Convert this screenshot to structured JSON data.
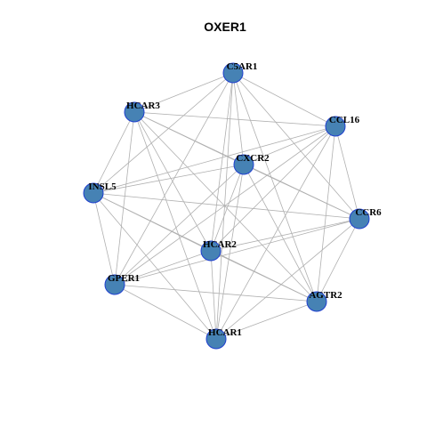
{
  "title": "OXER1",
  "colors": {
    "background": "#ffffff",
    "node_fill": "#4682b4",
    "node_stroke": "#1f3fcf",
    "edge": "#b0b0b0",
    "label": "#000000"
  },
  "nodes": [
    {
      "id": "C5AR1",
      "label": "C5AR1"
    },
    {
      "id": "HCAR3",
      "label": "HCAR3"
    },
    {
      "id": "CCL16",
      "label": "CCL16"
    },
    {
      "id": "CXCR2",
      "label": "CXCR2"
    },
    {
      "id": "INSL5",
      "label": "INSL5"
    },
    {
      "id": "CCR6",
      "label": "CCR6"
    },
    {
      "id": "HCAR2",
      "label": "HCAR2"
    },
    {
      "id": "GPER1",
      "label": "GPER1"
    },
    {
      "id": "AGTR2",
      "label": "AGTR2"
    },
    {
      "id": "HCAR1",
      "label": "HCAR1"
    }
  ],
  "edges": [
    [
      "C5AR1",
      "HCAR3"
    ],
    [
      "C5AR1",
      "CCL16"
    ],
    [
      "C5AR1",
      "CXCR2"
    ],
    [
      "C5AR1",
      "INSL5"
    ],
    [
      "C5AR1",
      "CCR6"
    ],
    [
      "C5AR1",
      "HCAR2"
    ],
    [
      "C5AR1",
      "GPER1"
    ],
    [
      "C5AR1",
      "AGTR2"
    ],
    [
      "C5AR1",
      "HCAR1"
    ],
    [
      "HCAR3",
      "CCL16"
    ],
    [
      "HCAR3",
      "CXCR2"
    ],
    [
      "HCAR3",
      "INSL5"
    ],
    [
      "HCAR3",
      "CCR6"
    ],
    [
      "HCAR3",
      "HCAR2"
    ],
    [
      "HCAR3",
      "GPER1"
    ],
    [
      "HCAR3",
      "AGTR2"
    ],
    [
      "HCAR3",
      "HCAR1"
    ],
    [
      "CCL16",
      "CXCR2"
    ],
    [
      "CCL16",
      "INSL5"
    ],
    [
      "CCL16",
      "CCR6"
    ],
    [
      "CCL16",
      "HCAR2"
    ],
    [
      "CCL16",
      "GPER1"
    ],
    [
      "CCL16",
      "AGTR2"
    ],
    [
      "CCL16",
      "HCAR1"
    ],
    [
      "CXCR2",
      "INSL5"
    ],
    [
      "CXCR2",
      "CCR6"
    ],
    [
      "CXCR2",
      "HCAR2"
    ],
    [
      "CXCR2",
      "GPER1"
    ],
    [
      "CXCR2",
      "AGTR2"
    ],
    [
      "CXCR2",
      "HCAR1"
    ],
    [
      "INSL5",
      "CCR6"
    ],
    [
      "INSL5",
      "HCAR2"
    ],
    [
      "INSL5",
      "GPER1"
    ],
    [
      "INSL5",
      "AGTR2"
    ],
    [
      "INSL5",
      "HCAR1"
    ],
    [
      "CCR6",
      "HCAR2"
    ],
    [
      "CCR6",
      "GPER1"
    ],
    [
      "CCR6",
      "AGTR2"
    ],
    [
      "CCR6",
      "HCAR1"
    ],
    [
      "HCAR2",
      "GPER1"
    ],
    [
      "HCAR2",
      "AGTR2"
    ],
    [
      "HCAR2",
      "HCAR1"
    ],
    [
      "GPER1",
      "AGTR2"
    ],
    [
      "GPER1",
      "HCAR1"
    ],
    [
      "AGTR2",
      "HCAR1"
    ]
  ]
}
